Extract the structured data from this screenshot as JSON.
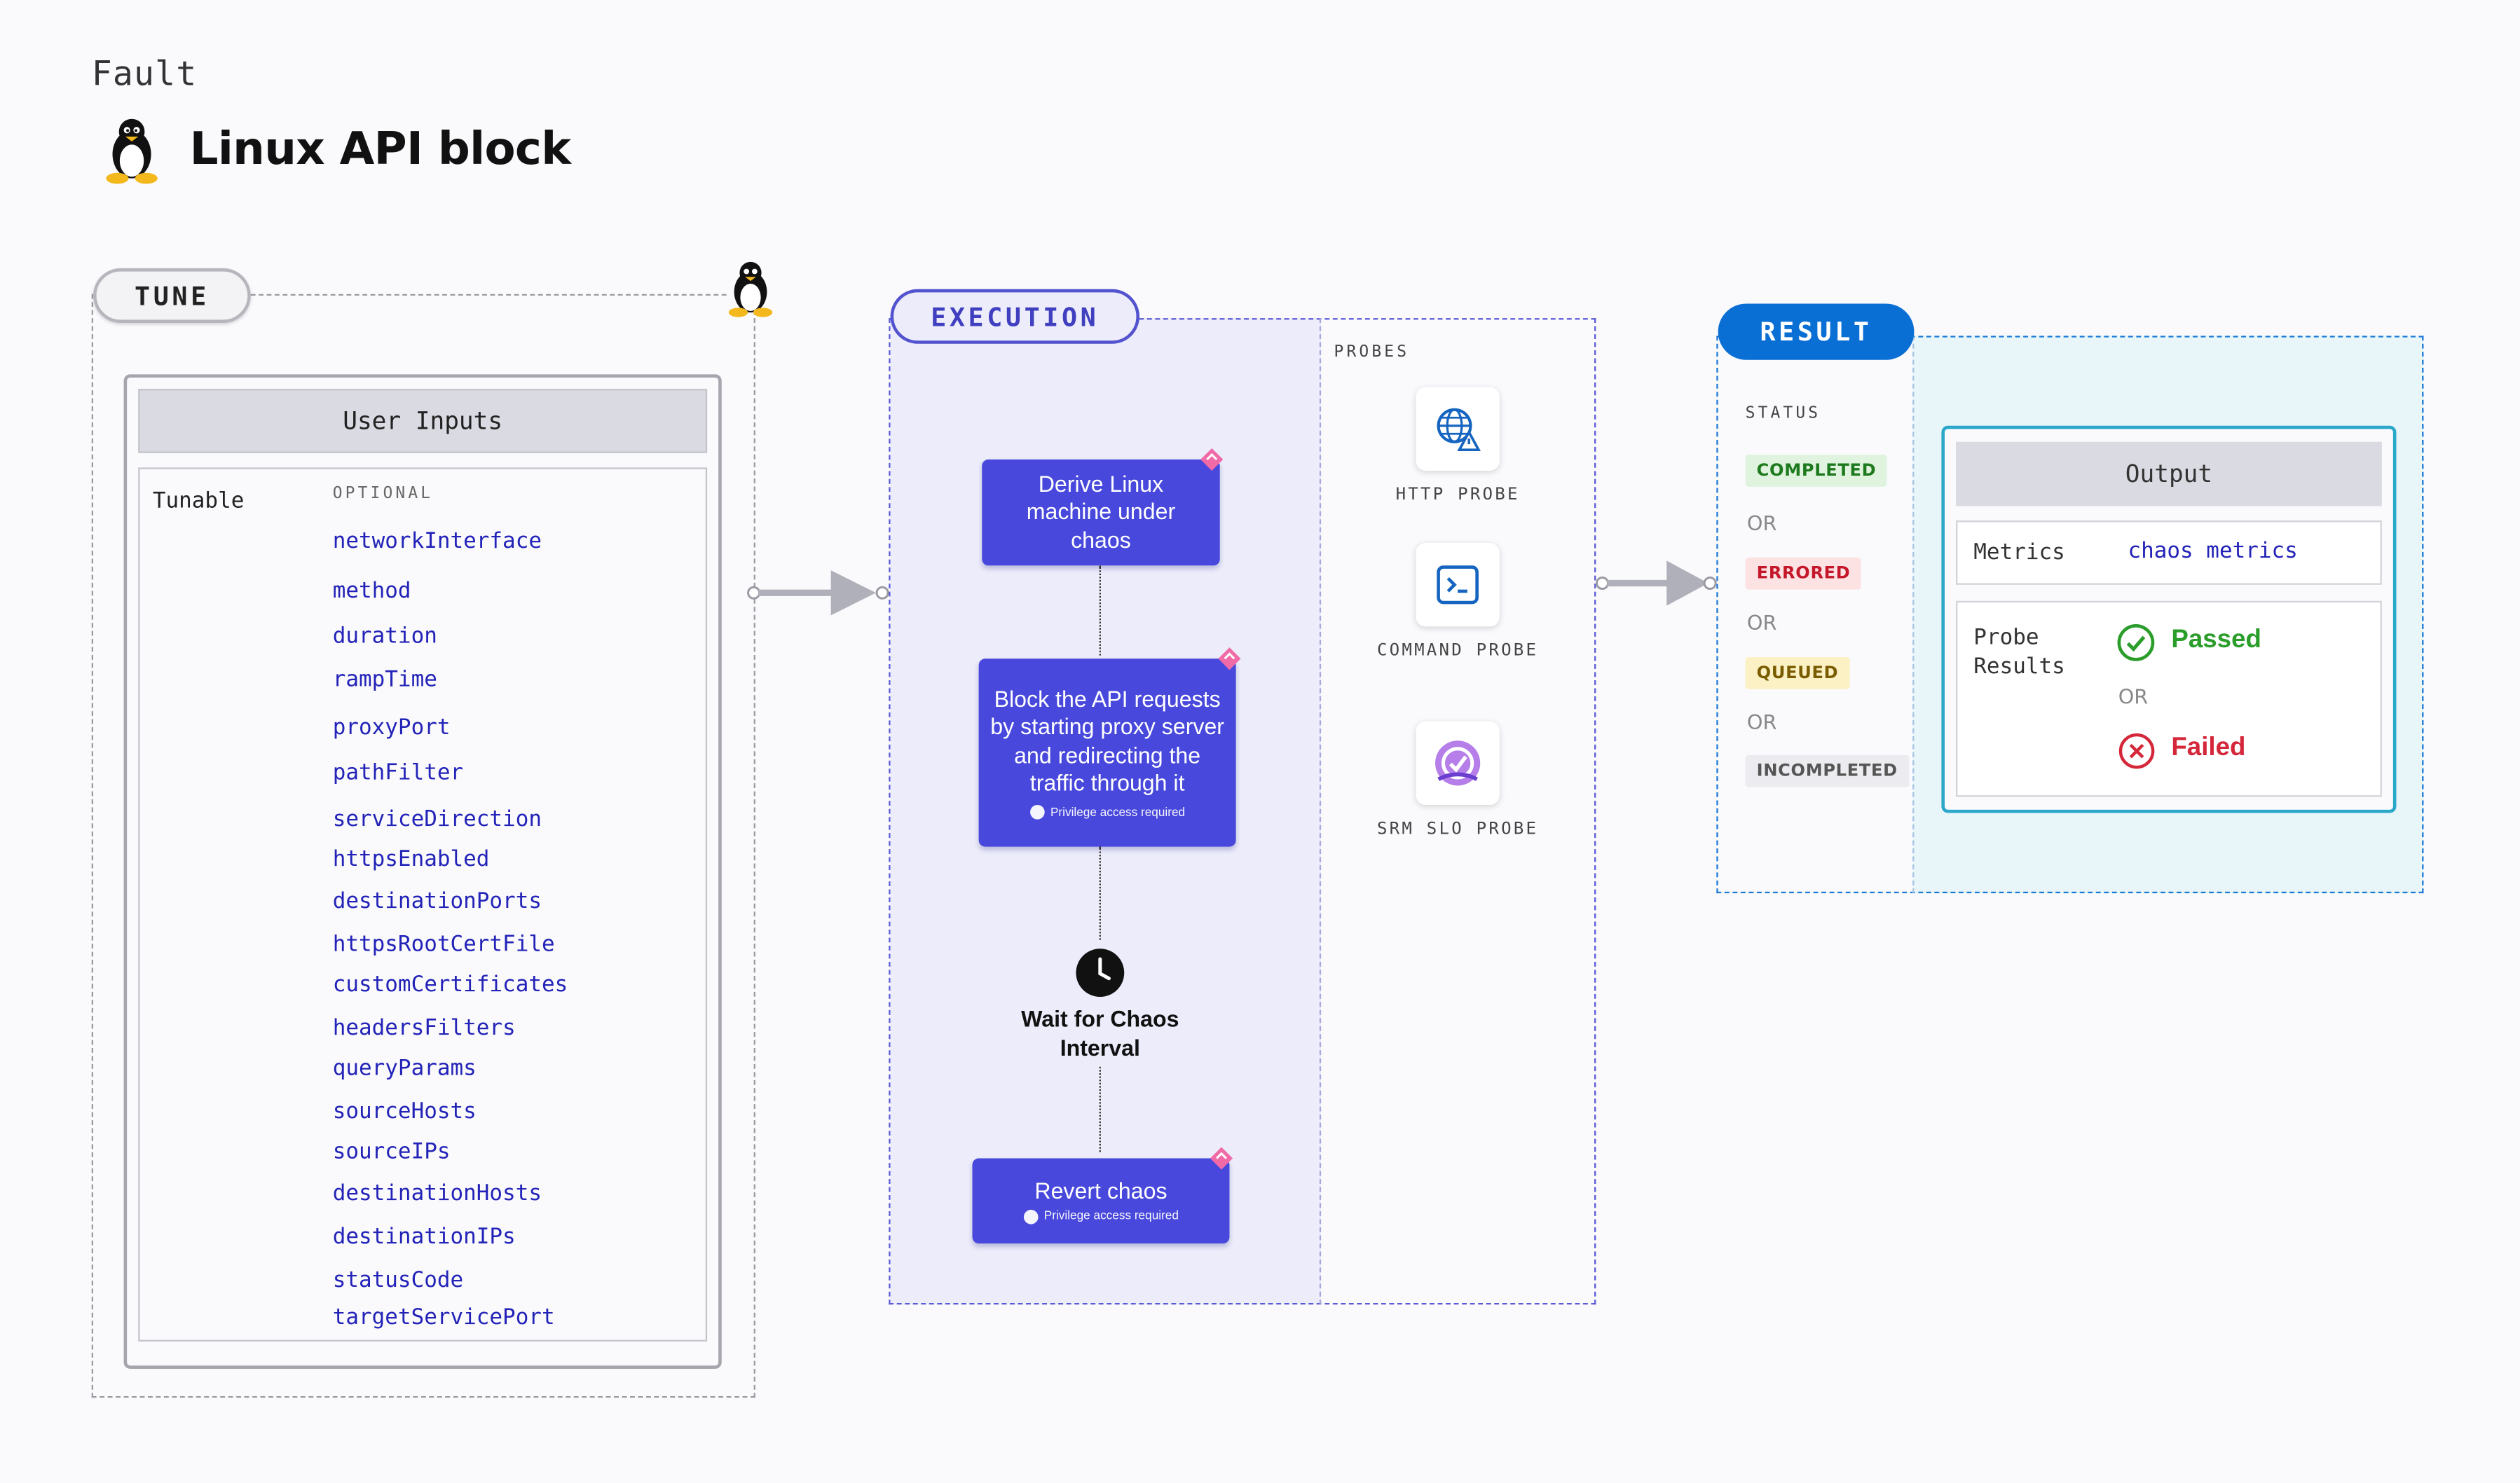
{
  "header": {
    "fault_label": "Fault",
    "title": "Linux API block",
    "icon": "tux-penguin-icon"
  },
  "tune": {
    "pill": "TUNE",
    "user_inputs_title": "User Inputs",
    "tunable_label": "Tunable",
    "optional_label": "OPTIONAL",
    "params": [
      "networkInterface",
      "method",
      "duration",
      "rampTime",
      "proxyPort",
      "pathFilter",
      "serviceDirection",
      "httpsEnabled",
      "destinationPorts",
      "httpsRootCertFile",
      "customCertificates",
      "headersFilters",
      "queryParams",
      "sourceHosts",
      "sourceIPs",
      "destinationHosts",
      "destinationIPs",
      "statusCode",
      "targetServicePort"
    ]
  },
  "execution": {
    "pill": "EXECUTION",
    "steps": {
      "derive": "Derive Linux machine under chaos",
      "block": "Block the API requests by starting proxy server and redirecting the traffic through it",
      "revert": "Revert chaos"
    },
    "privilege": "Privilege access required",
    "wait": "Wait for Chaos Interval",
    "probes_label": "PROBES",
    "probes": {
      "http": "HTTP PROBE",
      "command": "COMMAND PROBE",
      "srm": "SRM SLO PROBE"
    }
  },
  "result": {
    "pill": "RESULT",
    "status_label": "STATUS",
    "statuses": [
      "COMPLETED",
      "ERRORED",
      "QUEUED",
      "INCOMPLETED"
    ],
    "or": "OR",
    "output_title": "Output",
    "metrics_label": "Metrics",
    "metrics_value": "chaos metrics",
    "probe_results_label": "Probe Results",
    "passed": "Passed",
    "failed": "Failed"
  },
  "colors": {
    "execution": "#4848dc",
    "result": "#0a6fd4",
    "completed": "#2a9d2a",
    "errored": "#d4283a",
    "queued": "#8a6d00"
  }
}
